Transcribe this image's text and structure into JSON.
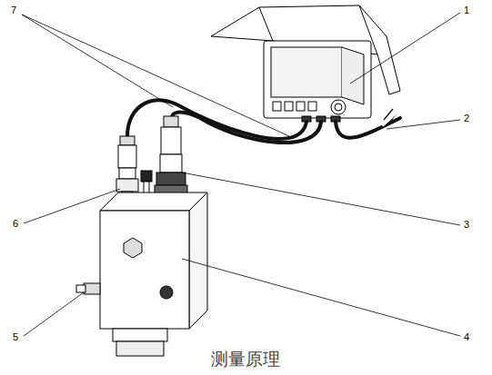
{
  "diagram": {
    "caption": "测量原理",
    "labels": [
      "7",
      "1",
      "2",
      "6",
      "3",
      "5",
      "4"
    ]
  }
}
